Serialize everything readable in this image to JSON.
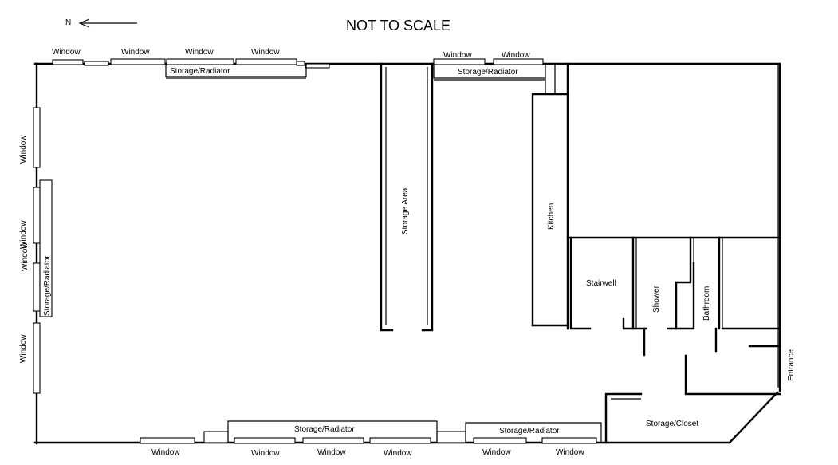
{
  "title": "NOT TO SCALE",
  "compass": {
    "label": "N",
    "icon": "north-arrow-icon"
  },
  "labels": {
    "window": "Window",
    "storage_radiator": "Storage/Radiator",
    "storage_area": "Storage Area",
    "kitchen": "Kitchen",
    "stairwell": "Stairwell",
    "shower": "Shower",
    "bathroom": "Bathroom",
    "entrance": "Entrance",
    "storage_closet": "Storage/Closet"
  }
}
